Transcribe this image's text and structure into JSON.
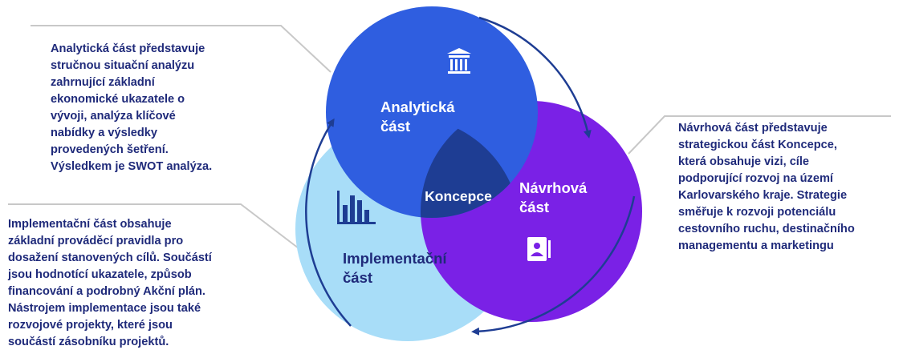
{
  "colors": {
    "analytic": "#2f5ee0",
    "design": "#7a21e6",
    "implementation": "#a8ddf8",
    "core": "#1e3d93",
    "text_dark": "#1f2a7a",
    "arrow": "#1e3d93",
    "leader_line": "#c8c8c8"
  },
  "analytic": {
    "label": "Analytická\nčást",
    "description": "Analytická část představuje\nstručnou situační analýzu\nzahrnující základní\nekonomické ukazatele o\nvývoji, analýza klíčové\nnabídky a výsledky\nprovedených šetření.\nVýsledkem je SWOT analýza.",
    "icon": "bank-icon"
  },
  "design": {
    "label": "Návrhová\nčást",
    "description": "Návrhová část představuje\nstrategickou část Koncepce,\nkterá obsahuje vizi, cíle\npodporující rozvoj na území\nKarlovarského kraje.  Strategie\nsměřuje k rozvoji potenciálu\ncestovního ruchu, destinačního\nmanagementu a marketingu",
    "icon": "contact-book-icon"
  },
  "implementation": {
    "label": "Implementační\nčást",
    "description": "Implementační část obsahuje\nzákladní prováděcí pravidla pro\ndosažení stanovených cílů. Součástí\njsou hodnotící ukazatele, způsob\nfinancování a podrobný Akční plán.\nNástrojem implementace jsou také\nrozvojové projekty, které jsou\nsoučástí zásobníku projektů.",
    "icon": "bar-chart-icon"
  },
  "core": {
    "label": "Koncepce"
  }
}
